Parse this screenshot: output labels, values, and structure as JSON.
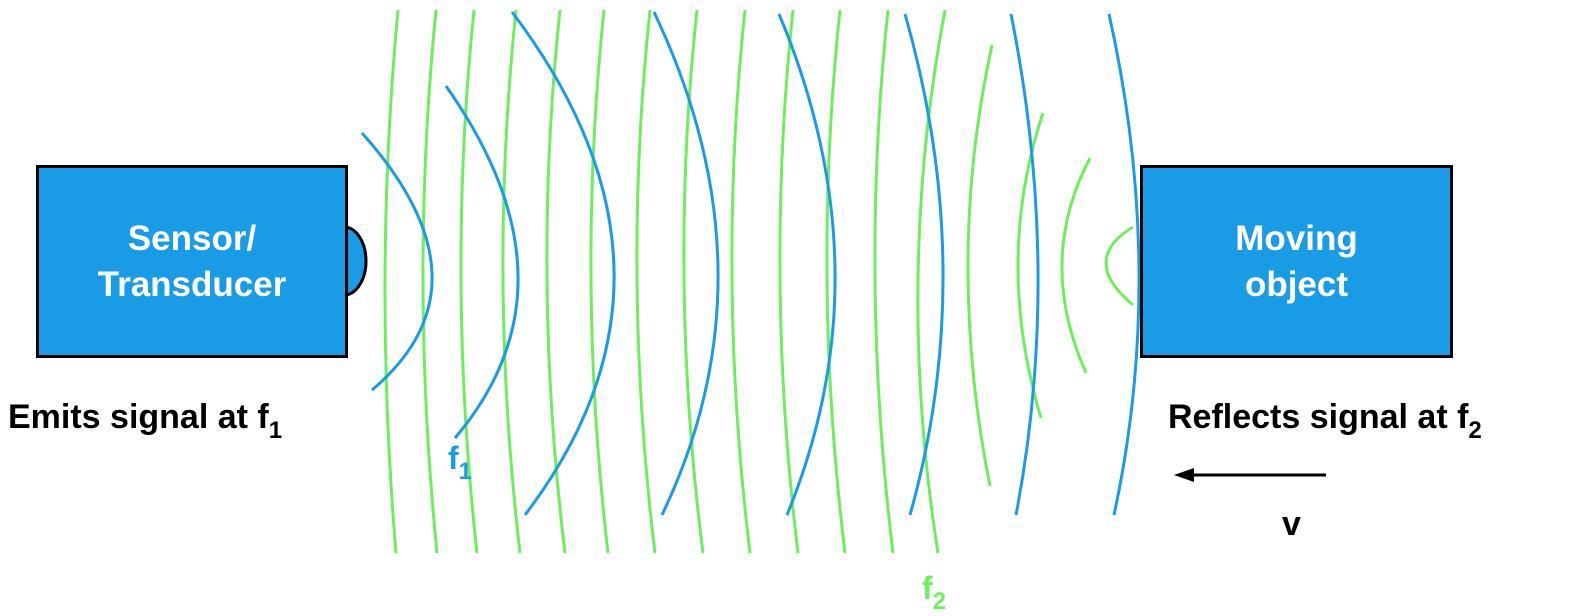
{
  "sensor": {
    "line1": "Sensor/",
    "line2": "Transducer",
    "caption_text": "Emits signal at f",
    "caption_sub": "1"
  },
  "object": {
    "line1": "Moving",
    "line2": "object",
    "caption_text": "Reflects signal at f",
    "caption_sub": "2",
    "velocity_label": "v"
  },
  "waves": {
    "emitted_label": "f",
    "emitted_sub": "1",
    "reflected_label": "f",
    "reflected_sub": "2"
  },
  "colors": {
    "box_fill": "#1a9be6",
    "emitted_wave": "#1a9be6",
    "reflected_wave": "#6cef5a",
    "outline": "#000000"
  }
}
